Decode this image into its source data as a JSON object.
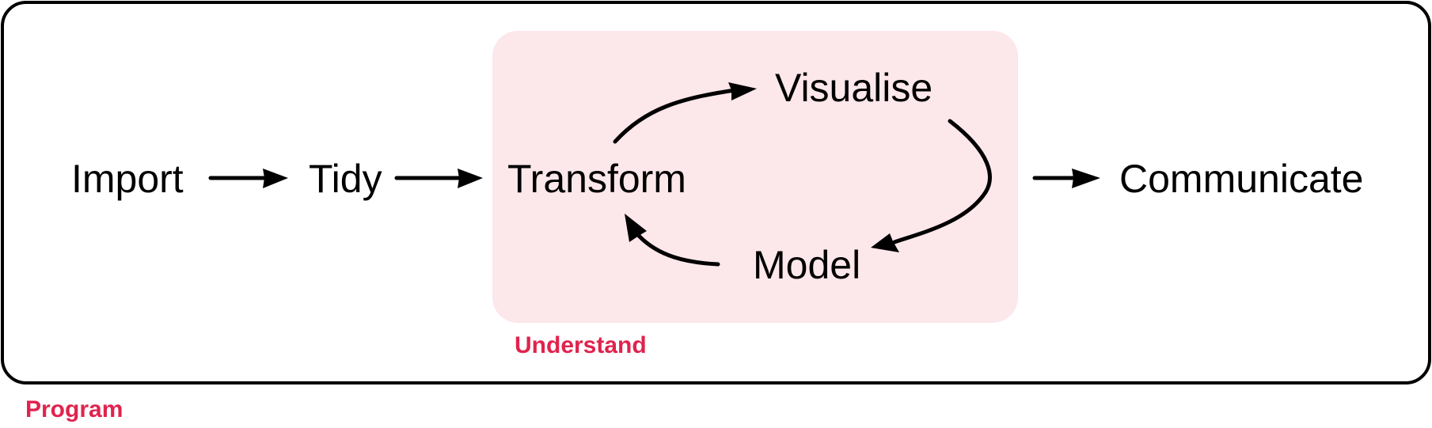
{
  "colors": {
    "accent": "#E0234E",
    "understand_fill": "#FCE7EB",
    "outline": "#000000"
  },
  "groups": {
    "program": "Program",
    "understand": "Understand"
  },
  "nodes": {
    "import": "Import",
    "tidy": "Tidy",
    "transform": "Transform",
    "visualise": "Visualise",
    "model": "Model",
    "communicate": "Communicate"
  }
}
